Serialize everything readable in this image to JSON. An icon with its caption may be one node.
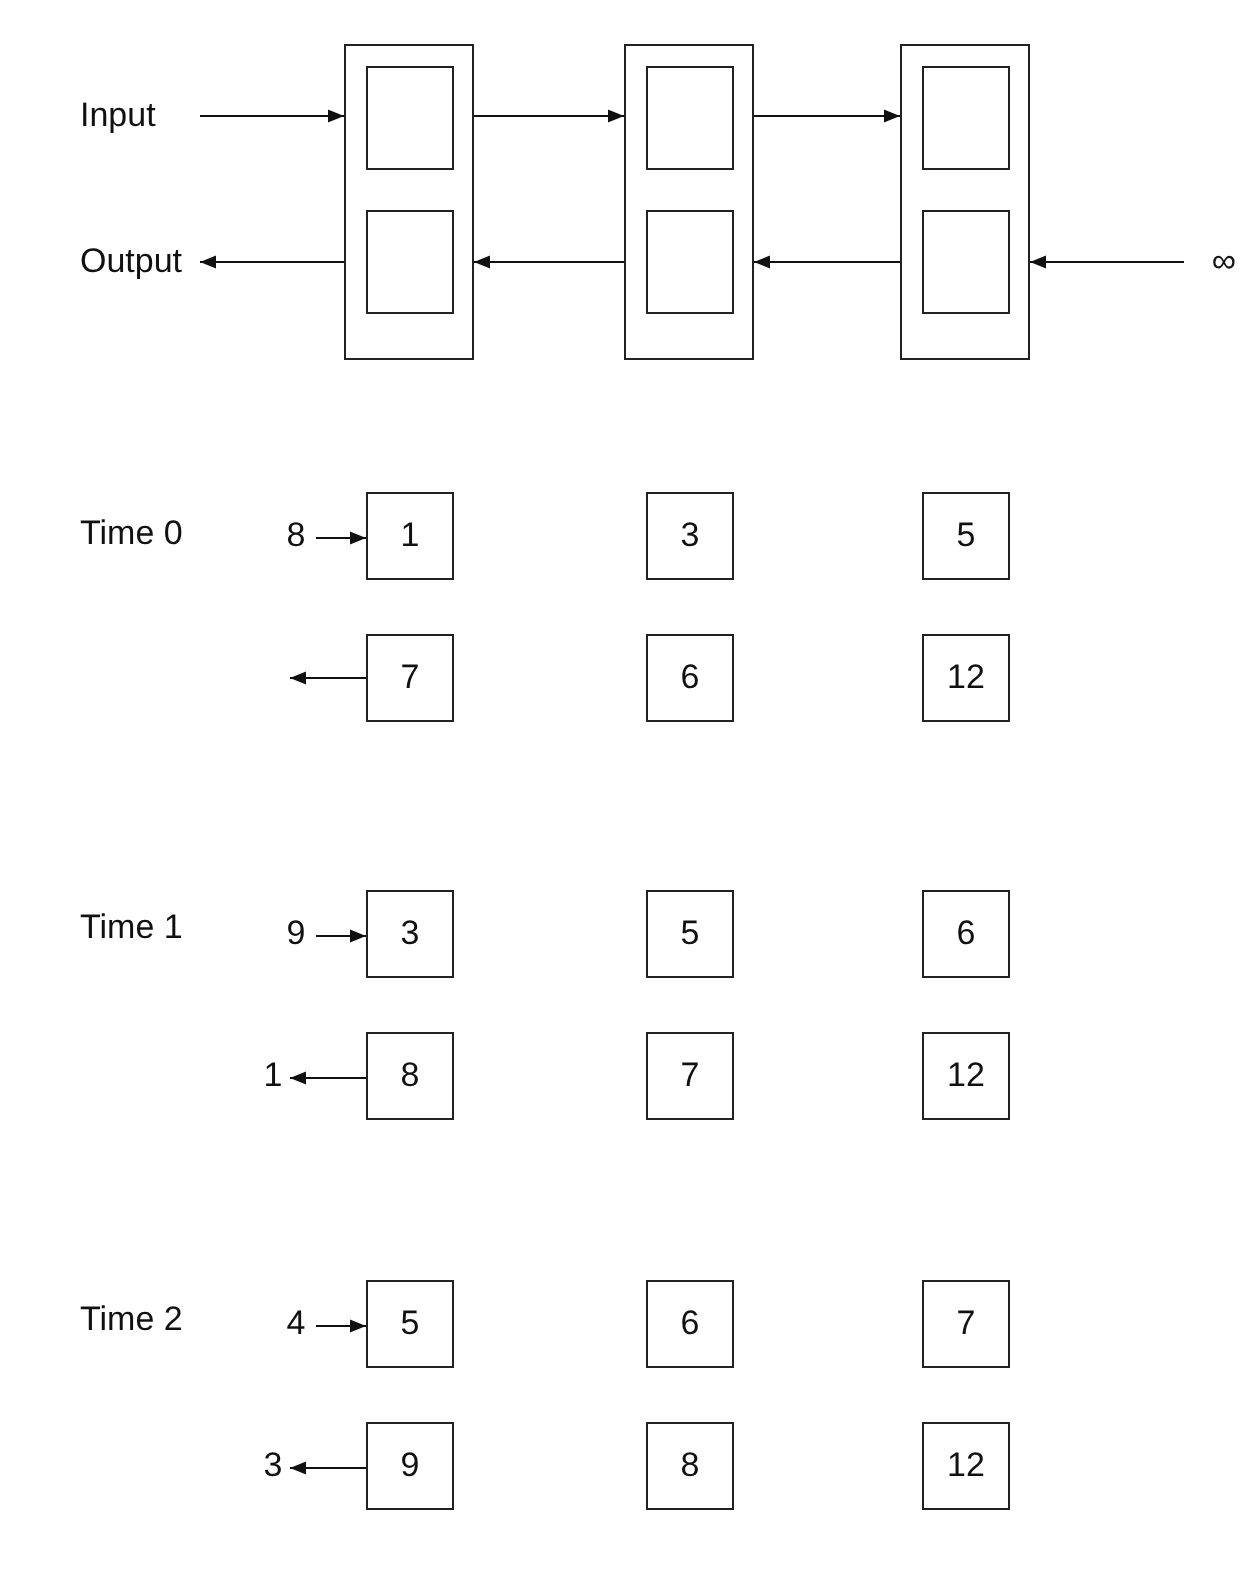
{
  "diagram": {
    "nodes": [
      {
        "text": [
          "Input"
        ]
      },
      {
        "text": [],
        "shape": "box"
      },
      {
        "text": [],
        "shape": "box",
        "in": 1
      },
      {
        "text": [],
        "shape": "box",
        "in": 1
      },
      {
        "text": [],
        "shape": "box"
      },
      {
        "text": [],
        "shape": "box",
        "in": 4
      },
      {
        "text": [],
        "shape": "box",
        "in": 4
      },
      {
        "text": [],
        "shape": "box"
      },
      {
        "text": [],
        "shape": "box",
        "in": 7
      },
      {
        "text": [],
        "shape": "box",
        "in": 7
      },
      {
        "text": [
          "Output"
        ]
      },
      {
        "text": [
          "∞"
        ]
      },
      {
        "text": [
          "8"
        ]
      },
      {
        "text": [
          "1"
        ]
      },
      {
        "text": [
          "3"
        ]
      },
      {
        "text": [
          "5"
        ]
      },
      {
        "text": [
          "7"
        ]
      },
      {
        "text": [
          "6"
        ]
      },
      {
        "text": [
          "12"
        ]
      },
      {
        "text": [
          "9"
        ]
      },
      {
        "text": [
          "3"
        ]
      },
      {
        "text": [
          "5"
        ]
      },
      {
        "text": [
          "6"
        ]
      },
      {
        "text": [
          "1"
        ]
      },
      {
        "text": [
          "8"
        ]
      },
      {
        "text": [
          "7"
        ]
      },
      {
        "text": [
          "12"
        ]
      },
      {
        "text": [
          "4"
        ]
      },
      {
        "text": [
          "5"
        ]
      },
      {
        "text": [
          "6"
        ]
      },
      {
        "text": [
          "7"
        ]
      },
      {
        "text": [
          "3"
        ]
      },
      {
        "text": [
          "9"
        ]
      },
      {
        "text": [
          "8"
        ]
      },
      {
        "text": [
          "12"
        ]
      }
    ],
    "edges": [
      {
        "from": 0,
        "to": 1,
        "arrow": "to"
      },
      {
        "from": 1,
        "to": 4,
        "arrow": "to"
      },
      {
        "from": 4,
        "to": 7,
        "arrow": "to"
      },
      {
        "from": 11,
        "to": 7,
        "arrow": "to"
      },
      {
        "from": 7,
        "to": 4,
        "arrow": "to"
      },
      {
        "from": 4,
        "to": 1,
        "arrow": "to"
      },
      {
        "from": 1,
        "to": 10,
        "arrow": "to"
      },
      {
        "from": 12,
        "to": 13,
        "arrow": "to"
      },
      {
        "from": 16,
        "to": null,
        "arrow": "to"
      },
      {
        "from": 19,
        "to": 20,
        "arrow": "to"
      },
      {
        "from": 24,
        "to": 23,
        "arrow": "to"
      },
      {
        "from": 27,
        "to": 28,
        "arrow": "to"
      },
      {
        "from": 32,
        "to": 31,
        "arrow": "to"
      }
    ],
    "labels": [
      "Time 0",
      "Time 1",
      "Time 2"
    ]
  }
}
